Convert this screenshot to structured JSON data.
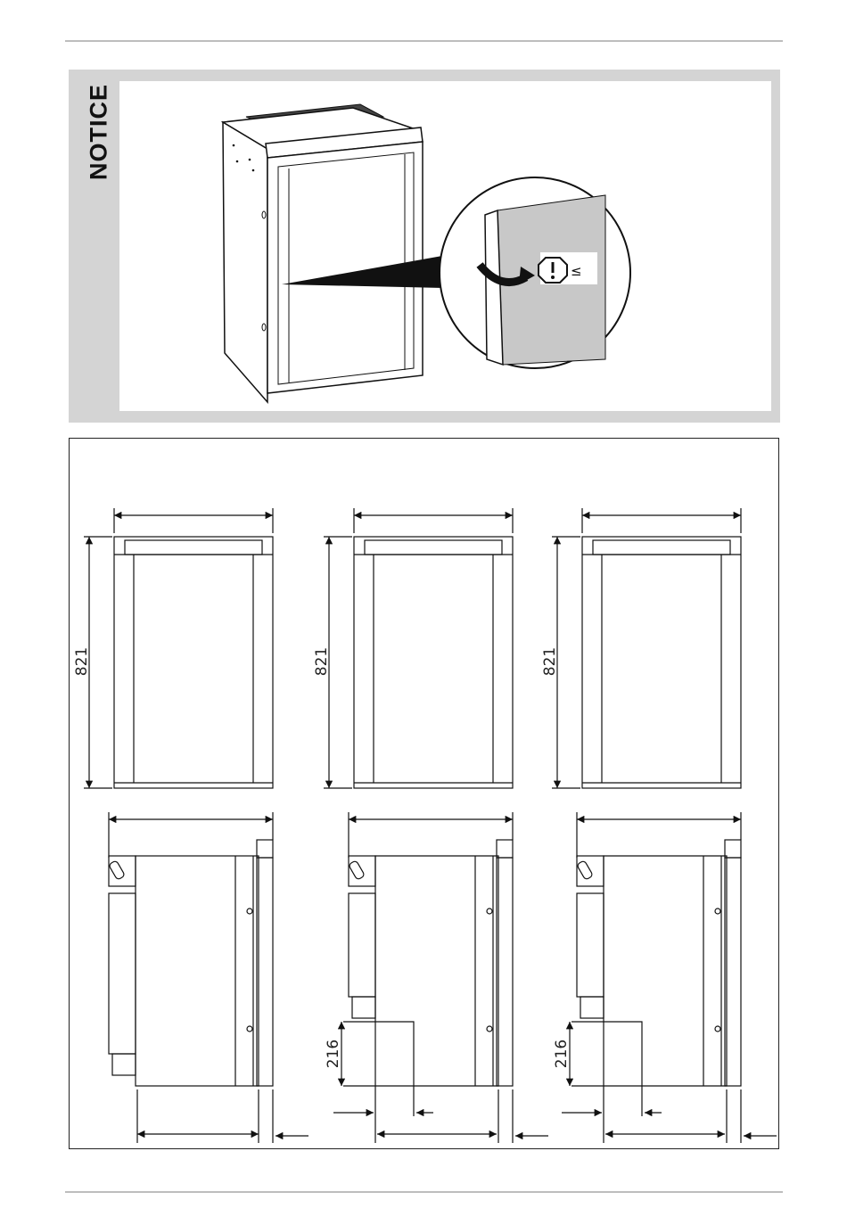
{
  "notice": {
    "label": "NOTICE",
    "symbol": "≤"
  },
  "dimensions": {
    "front_views": [
      {
        "height": "821"
      },
      {
        "height": "821"
      },
      {
        "height": "821"
      }
    ],
    "side_views": [
      {
        "step_height": ""
      },
      {
        "step_height": "216"
      },
      {
        "step_height": "216"
      }
    ]
  },
  "icons": [
    "warning-icon",
    "curved-arrow-icon"
  ],
  "colors": {
    "panel_gray": "#d4d4d4",
    "fill_gray": "#c8c8c8",
    "line": "#111111"
  }
}
